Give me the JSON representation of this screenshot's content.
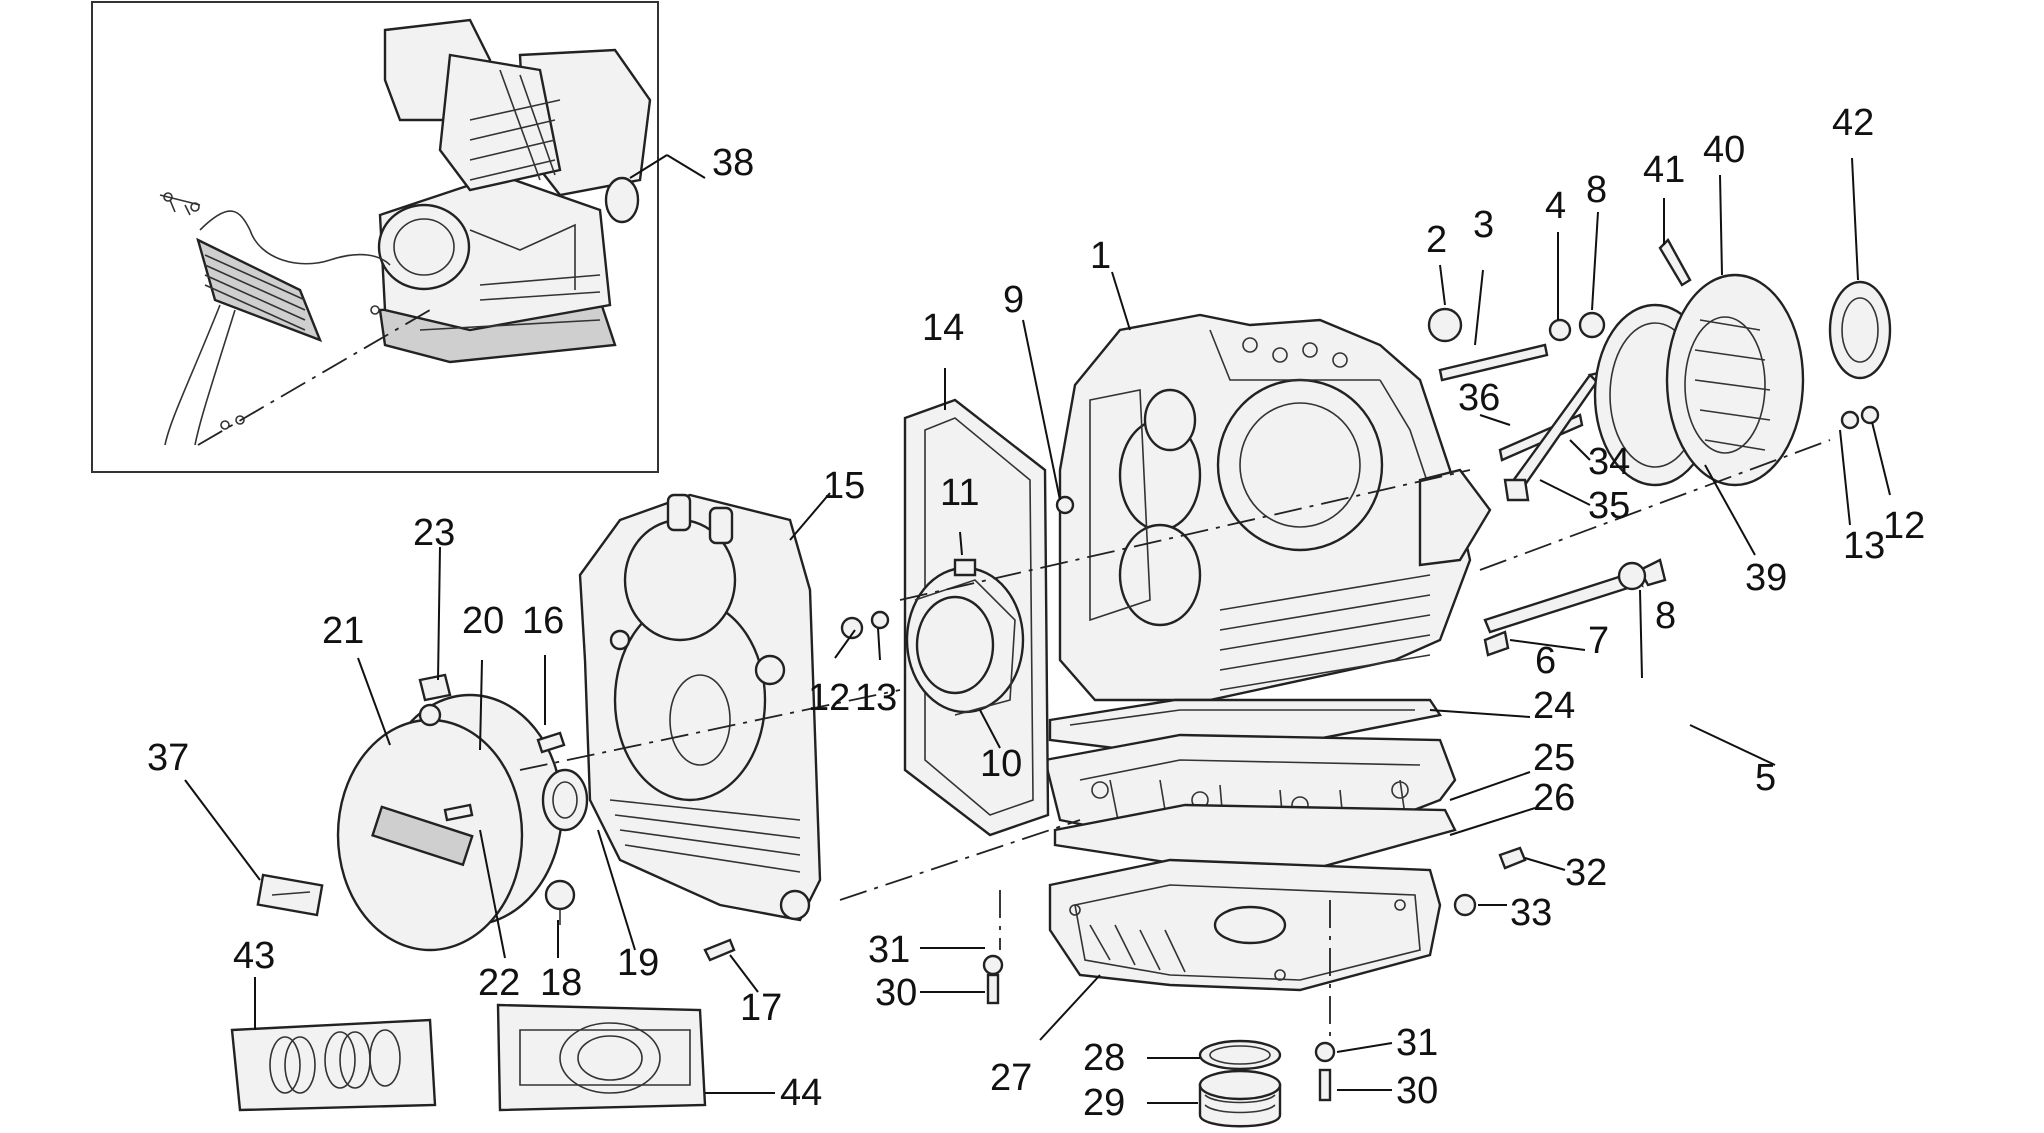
{
  "callouts": [
    {
      "label": "1"
    },
    {
      "label": "2"
    },
    {
      "label": "3"
    },
    {
      "label": "4"
    },
    {
      "label": "8"
    },
    {
      "label": "41"
    },
    {
      "label": "40"
    },
    {
      "label": "42"
    },
    {
      "label": "38"
    },
    {
      "label": "14"
    },
    {
      "label": "9"
    },
    {
      "label": "36"
    },
    {
      "label": "34"
    },
    {
      "label": "35"
    },
    {
      "label": "12"
    },
    {
      "label": "13"
    },
    {
      "label": "39"
    },
    {
      "label": "15"
    },
    {
      "label": "11"
    },
    {
      "label": "23"
    },
    {
      "label": "21"
    },
    {
      "label": "20"
    },
    {
      "label": "16"
    },
    {
      "label": "12"
    },
    {
      "label": "13"
    },
    {
      "label": "10"
    },
    {
      "label": "8"
    },
    {
      "label": "7"
    },
    {
      "label": "6"
    },
    {
      "label": "24"
    },
    {
      "label": "25"
    },
    {
      "label": "26"
    },
    {
      "label": "5"
    },
    {
      "label": "37"
    },
    {
      "label": "22"
    },
    {
      "label": "18"
    },
    {
      "label": "19"
    },
    {
      "label": "17"
    },
    {
      "label": "31"
    },
    {
      "label": "30"
    },
    {
      "label": "32"
    },
    {
      "label": "33"
    },
    {
      "label": "43"
    },
    {
      "label": "44"
    },
    {
      "label": "27"
    },
    {
      "label": "28"
    },
    {
      "label": "29"
    },
    {
      "label": "31"
    },
    {
      "label": "30"
    }
  ]
}
